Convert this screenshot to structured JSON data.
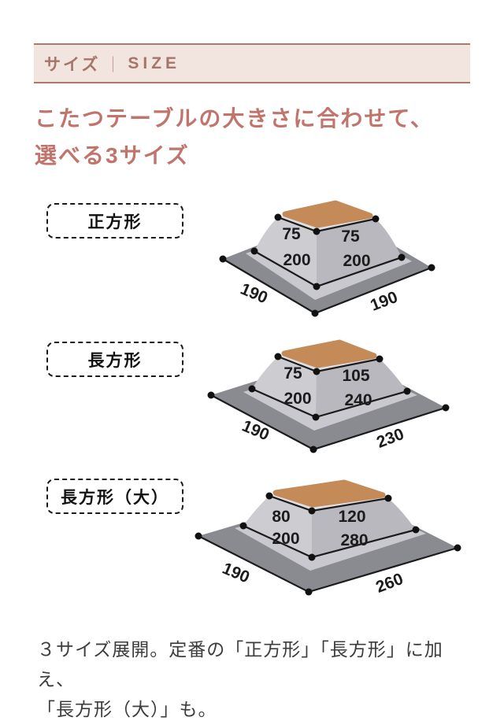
{
  "header": {
    "jp": "サイズ",
    "divider": "｜",
    "en": "SIZE"
  },
  "title": {
    "line1": "こたつテーブルの大きさに合わせて、",
    "line2": "選べる3サイズ"
  },
  "rows": [
    {
      "label": "正方形",
      "top_left": "75",
      "top_right": "75",
      "mid_left": "200",
      "mid_right": "200",
      "bottom_left": "190",
      "bottom_right": "190"
    },
    {
      "label": "長方形",
      "top_left": "75",
      "top_right": "105",
      "mid_left": "200",
      "mid_right": "240",
      "bottom_left": "190",
      "bottom_right": "230"
    },
    {
      "label": "長方形（大）",
      "top_left": "80",
      "top_right": "120",
      "mid_left": "200",
      "mid_right": "280",
      "bottom_left": "190",
      "bottom_right": "260"
    }
  ],
  "footer": {
    "line1": "３サイズ展開。定番の「正方形」「長方形」に加え、",
    "line2": "「長方形（大）」も。"
  },
  "colors": {
    "band_bg": "#f2e4de",
    "band_border": "#a87b6e",
    "band_text": "#a6756a",
    "title_text": "#c1746c",
    "tabletop": "#c48a58",
    "rug": "#8a8a91",
    "futon_light": "#cdccd1",
    "futon_dark": "#b9b8bf",
    "dimension_text": "#1c1c1c",
    "footer_text": "#3c3c3c"
  }
}
